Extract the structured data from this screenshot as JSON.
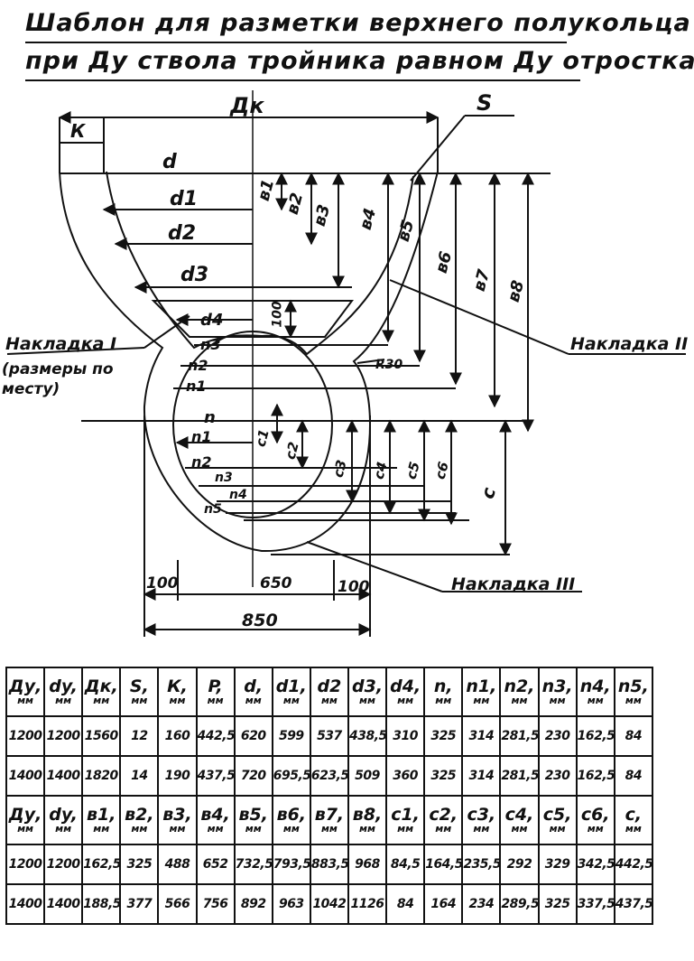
{
  "title": {
    "line1": "Шаблон для разметки верхнего полукольца",
    "line2": "при Ду ствола тройника равном Ду отростка"
  },
  "drawing": {
    "labels": {
      "Dk": "Дк",
      "S": "S",
      "K": "К",
      "d": "d",
      "d1": "d1",
      "d2": "d2",
      "d3": "d3",
      "d4": "d4",
      "b1": "в1",
      "b2": "в2",
      "b3": "в3",
      "b4": "в4",
      "b5": "в5",
      "b6": "в6",
      "b7": "в7",
      "b8": "в8",
      "n": "n",
      "n1": "n1",
      "n2": "n2",
      "n3": "n3",
      "n4": "n4",
      "n5": "n5",
      "n1_top": "n1",
      "n2_top": "n2",
      "n3_top": "n3",
      "c": "c",
      "c1": "c1",
      "c2": "c2",
      "c3": "c3",
      "c4": "c4",
      "c5": "c5",
      "c6": "c6",
      "dim100_top": "100",
      "r30": "R30",
      "dim100_left": "100",
      "dim650": "650",
      "dim100_right": "100",
      "dim850": "850",
      "nakladka1": "Накладка I",
      "nakladka1_note": "(размеры по месту)",
      "nakladka2": "Накладка II",
      "nakladka3": "Накладка III"
    }
  },
  "tables": [
    {
      "headers": [
        {
          "sym": "Ду,",
          "unit": "мм"
        },
        {
          "sym": "dy,",
          "unit": "мм"
        },
        {
          "sym": "Дк,",
          "unit": "мм"
        },
        {
          "sym": "S,",
          "unit": "мм"
        },
        {
          "sym": "К,",
          "unit": "мм"
        },
        {
          "sym": "P,",
          "unit": "мм"
        },
        {
          "sym": "d,",
          "unit": "мм"
        },
        {
          "sym": "d1,",
          "unit": "мм"
        },
        {
          "sym": "d2",
          "unit": "мм"
        },
        {
          "sym": "d3,",
          "unit": "мм"
        },
        {
          "sym": "d4,",
          "unit": "мм"
        },
        {
          "sym": "n,",
          "unit": "мм"
        },
        {
          "sym": "n1,",
          "unit": "мм"
        },
        {
          "sym": "n2,",
          "unit": "мм"
        },
        {
          "sym": "n3,",
          "unit": "мм"
        },
        {
          "sym": "n4,",
          "unit": "мм"
        },
        {
          "sym": "n5,",
          "unit": "мм"
        }
      ],
      "rows": [
        [
          "1200",
          "1200",
          "1560",
          "12",
          "160",
          "442,5",
          "620",
          "599",
          "537",
          "438,5",
          "310",
          "325",
          "314",
          "281,5",
          "230",
          "162,5",
          "84"
        ],
        [
          "1400",
          "1400",
          "1820",
          "14",
          "190",
          "437,5",
          "720",
          "695,5",
          "623,5",
          "509",
          "360",
          "325",
          "314",
          "281,5",
          "230",
          "162,5",
          "84"
        ]
      ]
    },
    {
      "headers": [
        {
          "sym": "Ду,",
          "unit": "мм"
        },
        {
          "sym": "dy,",
          "unit": "мм"
        },
        {
          "sym": "в1,",
          "unit": "мм"
        },
        {
          "sym": "в2,",
          "unit": "мм"
        },
        {
          "sym": "в3,",
          "unit": "мм"
        },
        {
          "sym": "в4,",
          "unit": "мм"
        },
        {
          "sym": "в5,",
          "unit": "мм"
        },
        {
          "sym": "в6,",
          "unit": "мм"
        },
        {
          "sym": "в7,",
          "unit": "мм"
        },
        {
          "sym": "в8,",
          "unit": "мм"
        },
        {
          "sym": "c1,",
          "unit": "мм"
        },
        {
          "sym": "c2,",
          "unit": "мм"
        },
        {
          "sym": "c3,",
          "unit": "мм"
        },
        {
          "sym": "c4,",
          "unit": "мм"
        },
        {
          "sym": "c5,",
          "unit": "мм"
        },
        {
          "sym": "c6,",
          "unit": "мм"
        },
        {
          "sym": "c,",
          "unit": "мм"
        }
      ],
      "rows": [
        [
          "1200",
          "1200",
          "162,5",
          "325",
          "488",
          "652",
          "732,5",
          "793,5",
          "883,5",
          "968",
          "84,5",
          "164,5",
          "235,5",
          "292",
          "329",
          "342,5",
          "442,5"
        ],
        [
          "1400",
          "1400",
          "188,5",
          "377",
          "566",
          "756",
          "892",
          "963",
          "1042",
          "1126",
          "84",
          "164",
          "234",
          "289,5",
          "325",
          "337,5",
          "437,5"
        ]
      ]
    }
  ]
}
